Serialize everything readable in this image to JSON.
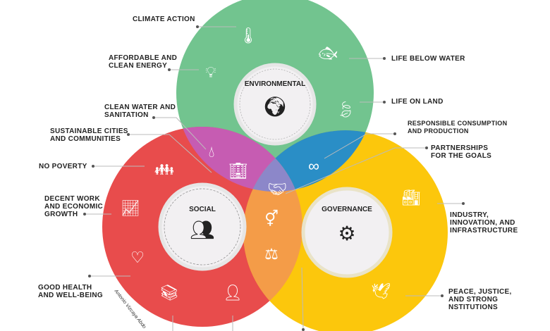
{
  "colors": {
    "environmental": "#72c48f",
    "social": "#e84c4c",
    "governance": "#fcc70c",
    "env_social": "#c65cb2",
    "env_gov": "#2a8ec6",
    "social_gov": "#f49c48",
    "all": "#8c87c9"
  },
  "cores": {
    "environmental": "ENVIRONMENTAL",
    "social": "SOCIAL",
    "governance": "GOVERNANCE"
  },
  "goals": {
    "climate": "CLIMATE ACTION",
    "energy": "AFFORDABLE AND\nCLEAN ENERGY",
    "water": "CLEAN WATER AND\nSANITATION",
    "cities": "SUSTAINABLE CITIES\nAND COMMUNITIES",
    "poverty": "NO POVERTY",
    "work": "DECENT WORK\nAND ECONOMIC\nGROWTH",
    "health": "GOOD HEALTH\nAND WELL-BEING",
    "below_water": "LIFE BELOW WATER",
    "land": "LIFE ON LAND",
    "consumption": "RESPONSIBLE CONSUMPTION\nAND PRODUCTION",
    "partnerships": "PARTNERSHIPS\nFOR THE GOALS",
    "industry": "INDUSTRY,\nINNOVATION, AND\nINFRASTRUCTURE",
    "peace": "PEACE, JUSTICE,\nAND STRONG\nNSTITUTIONS"
  },
  "author": "Antonio Vizcaya Abdo"
}
